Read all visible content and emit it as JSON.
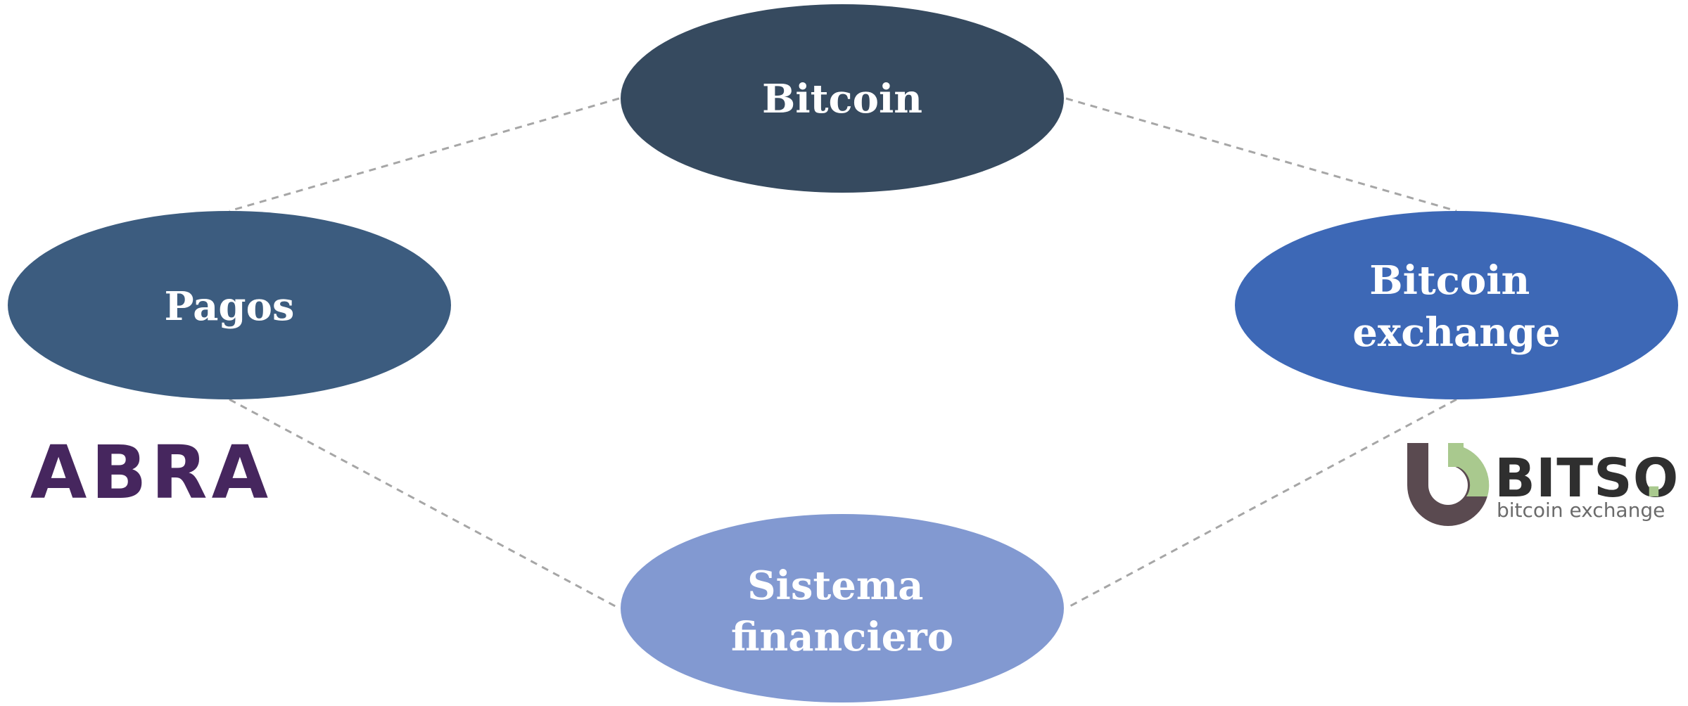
{
  "nodes": {
    "bitcoin": {
      "lines": [
        "Bitcoin"
      ],
      "color": "#364a5f"
    },
    "pagos": {
      "lines": [
        "Pagos"
      ],
      "color": "#3c5c7f"
    },
    "exchange": {
      "lines": [
        "Bitcoin",
        "exchange"
      ],
      "color": "#3d68b6"
    },
    "sistema": {
      "lines": [
        "Sistema",
        "financiero"
      ],
      "color": "#8299d1"
    }
  },
  "connector_color": "#a6a6a6",
  "logos": {
    "abra": {
      "text": "ABRA",
      "color": "#46265e"
    },
    "bitso": {
      "name": "BITSO",
      "dot": ".",
      "tagline": "bitcoin exchange",
      "text_color": "#2f2f2f",
      "accent": "#a9c98e",
      "mark_dark": "#5a4a50"
    }
  }
}
